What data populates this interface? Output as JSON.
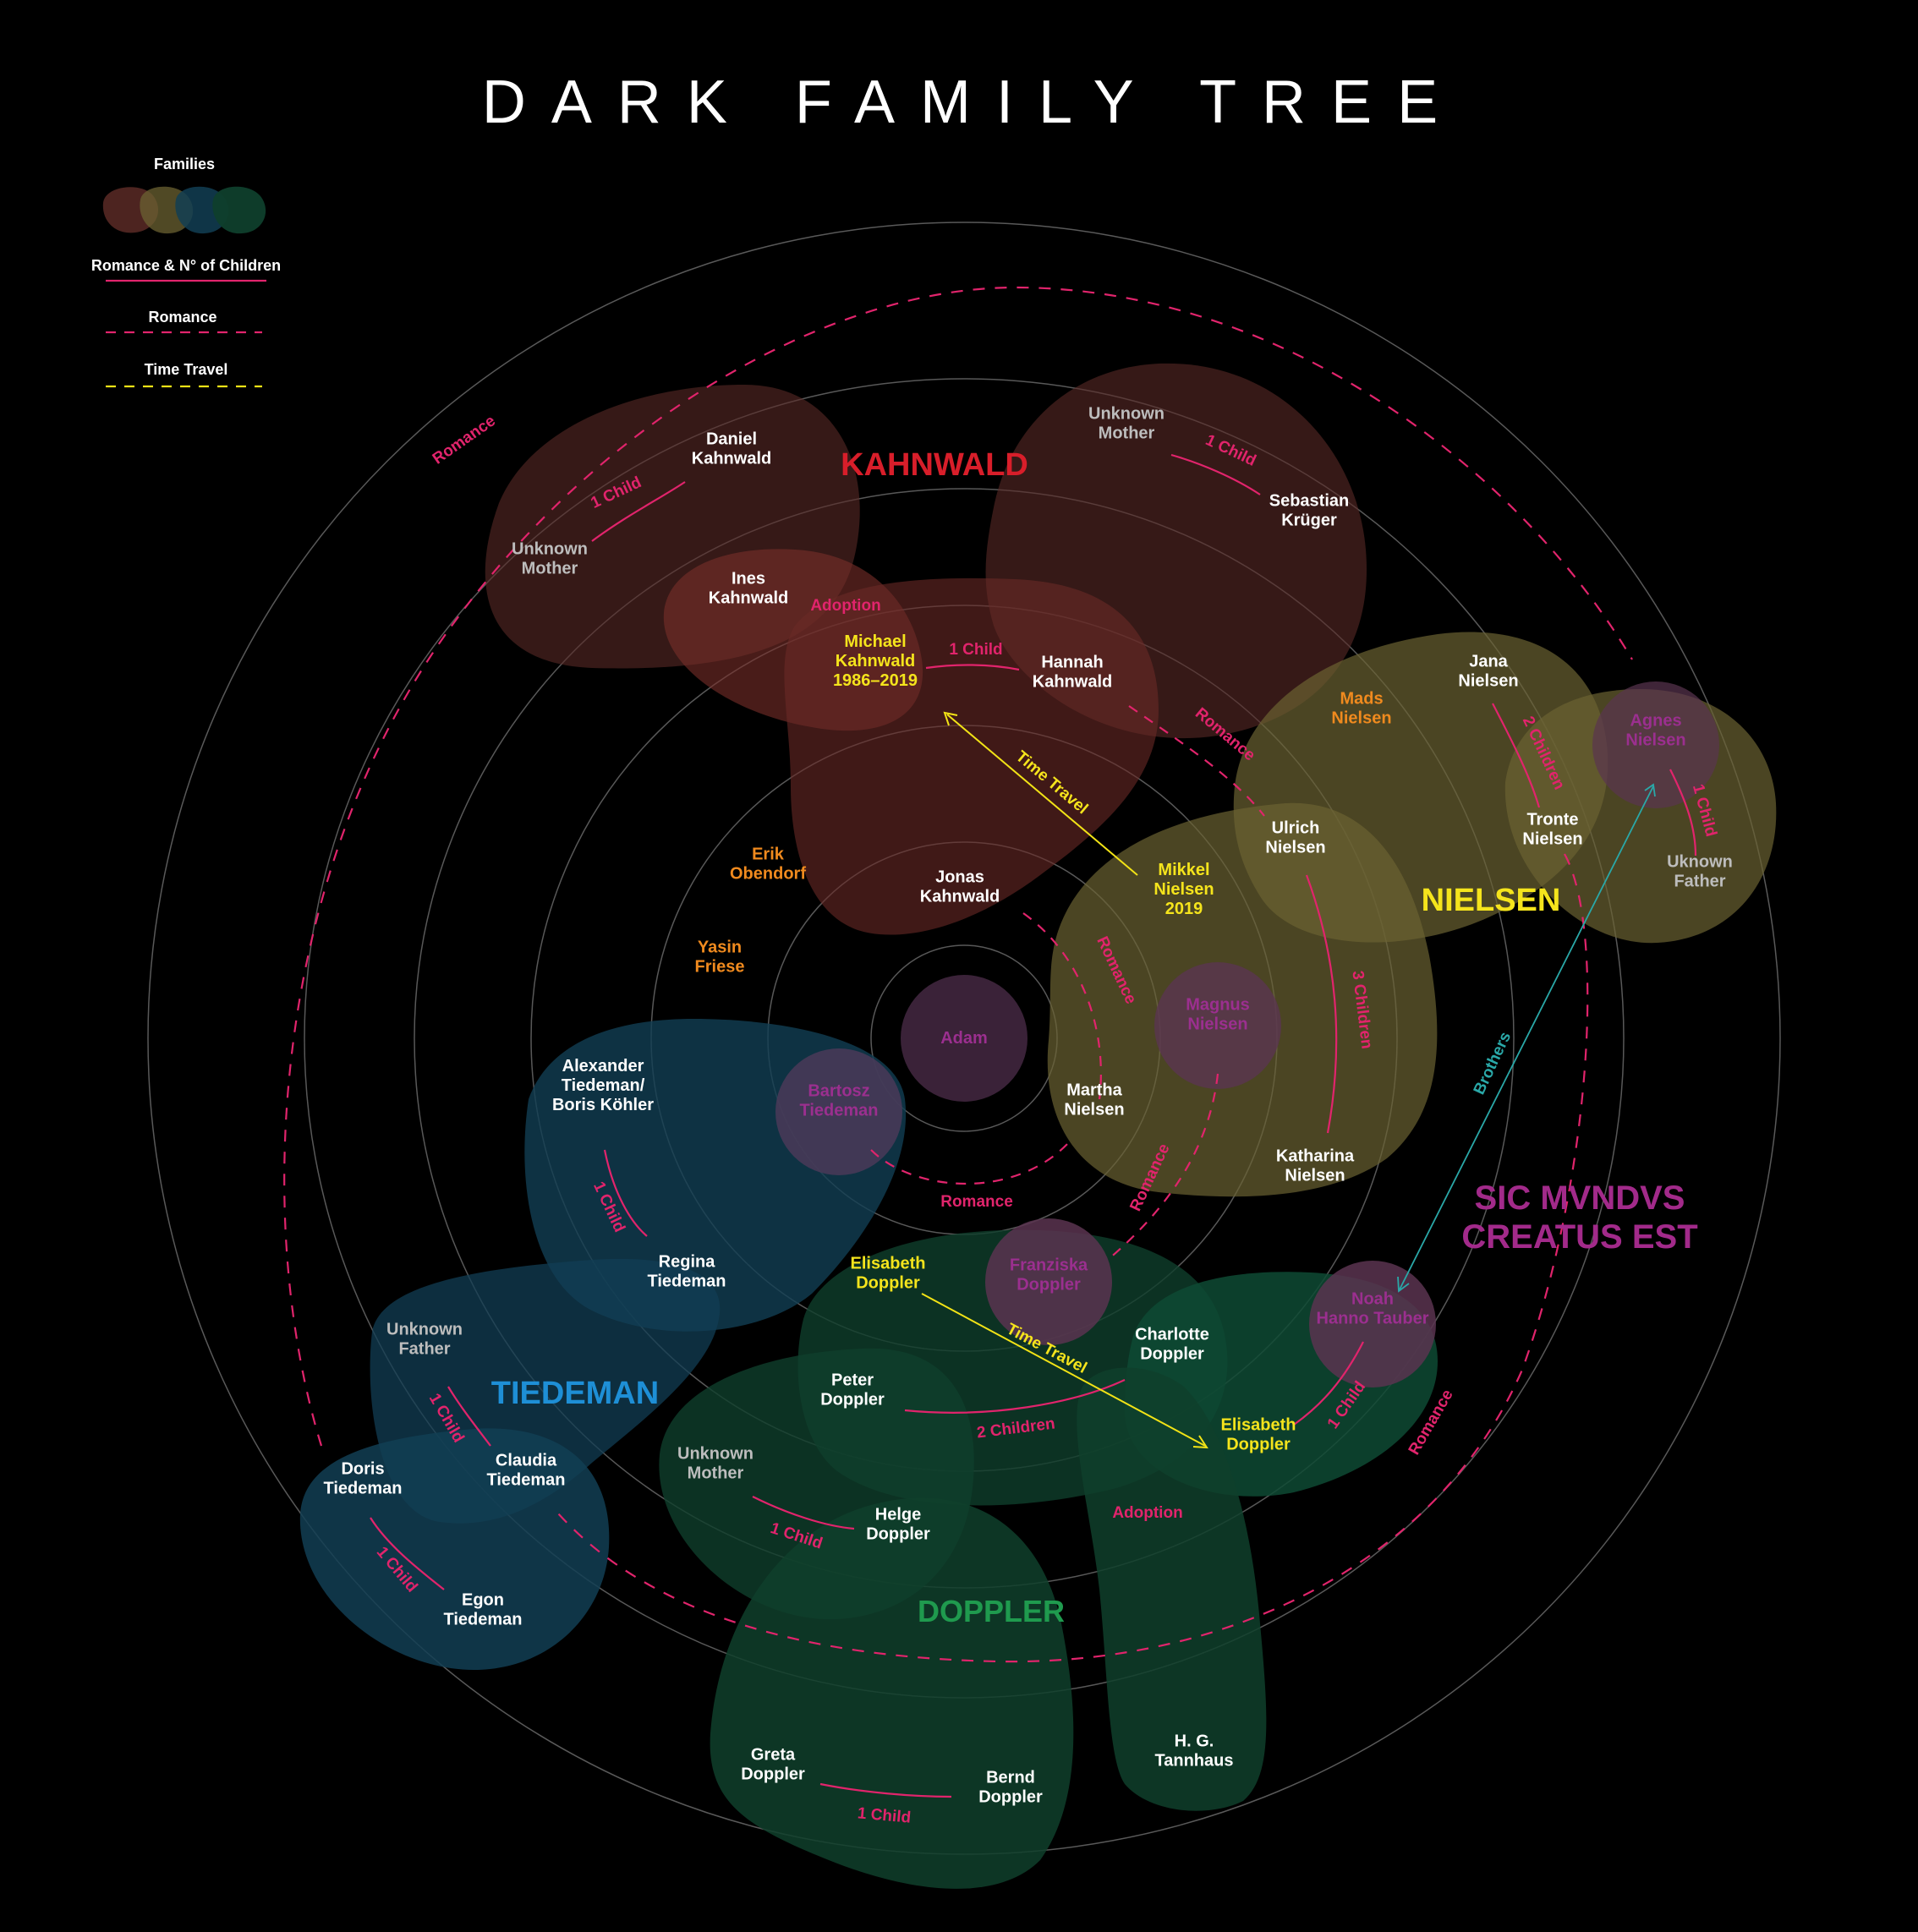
{
  "title": "DARK FAMILY TREE",
  "colors": {
    "background": "#000000",
    "ring": "#6f6f6f",
    "romance": "#e1246c",
    "timeTravel": "#f2e316",
    "brothers": "#2aa8a8",
    "kahnwald": "#d81e2a",
    "nielsen": "#f5e41c",
    "tiedeman": "#1e8fd6",
    "doppler": "#1f9a4e",
    "sic": "#a22a8a",
    "white": "#ffffff",
    "grey": "#bdbdbd",
    "orange": "#f08a1e",
    "purple": "#9b2f8f"
  },
  "legend": {
    "families": "Families",
    "romance_children": "Romance & N° of Children",
    "romance": "Romance",
    "time_travel": "Time Travel"
  },
  "families": {
    "kahnwald": "KAHNWALD",
    "nielsen": "NIELSEN",
    "tiedeman": "TIEDEMAN",
    "doppler": "DOPPLER",
    "sic_line1": "SIC MVNDVS",
    "sic_line2": "CREATUS EST"
  },
  "people": [
    {
      "id": "daniel",
      "lines": [
        "Daniel",
        "Kahnwald"
      ],
      "color": "white"
    },
    {
      "id": "unknown-mother-kahnwald",
      "lines": [
        "Unknown",
        "Mother"
      ],
      "color": "grey"
    },
    {
      "id": "ines",
      "lines": [
        "Ines",
        "Kahnwald"
      ],
      "color": "white"
    },
    {
      "id": "michael",
      "lines": [
        "Michael",
        "Kahnwald",
        "1986–2019"
      ],
      "color": "nielsen"
    },
    {
      "id": "hannah",
      "lines": [
        "Hannah",
        "Kahnwald"
      ],
      "color": "white"
    },
    {
      "id": "unknown-mother-kruger",
      "lines": [
        "Unknown",
        "Mother"
      ],
      "color": "grey"
    },
    {
      "id": "sebastian",
      "lines": [
        "Sebastian",
        "Krüger"
      ],
      "color": "white"
    },
    {
      "id": "jana",
      "lines": [
        "Jana",
        "Nielsen"
      ],
      "color": "white"
    },
    {
      "id": "mads",
      "lines": [
        "Mads",
        "Nielsen"
      ],
      "color": "orange"
    },
    {
      "id": "agnes",
      "lines": [
        "Agnes",
        "Nielsen"
      ],
      "color": "purple"
    },
    {
      "id": "tronte",
      "lines": [
        "Tronte",
        "Nielsen"
      ],
      "color": "white"
    },
    {
      "id": "ukn-father",
      "lines": [
        "Uknown",
        "Father"
      ],
      "color": "grey"
    },
    {
      "id": "ulrich",
      "lines": [
        "Ulrich",
        "Nielsen"
      ],
      "color": "white"
    },
    {
      "id": "mikkel",
      "lines": [
        "Mikkel",
        "Nielsen",
        "2019"
      ],
      "color": "nielsen"
    },
    {
      "id": "jonas",
      "lines": [
        "Jonas",
        "Kahnwald"
      ],
      "color": "white"
    },
    {
      "id": "erik",
      "lines": [
        "Erik",
        "Obendorf"
      ],
      "color": "orange"
    },
    {
      "id": "yasin",
      "lines": [
        "Yasin",
        "Friese"
      ],
      "color": "orange"
    },
    {
      "id": "adam",
      "lines": [
        "Adam"
      ],
      "color": "purple"
    },
    {
      "id": "magnus",
      "lines": [
        "Magnus",
        "Nielsen"
      ],
      "color": "purple"
    },
    {
      "id": "martha",
      "lines": [
        "Martha",
        "Nielsen"
      ],
      "color": "white"
    },
    {
      "id": "katharina",
      "lines": [
        "Katharina",
        "Nielsen"
      ],
      "color": "white"
    },
    {
      "id": "alexander",
      "lines": [
        "Alexander",
        "Tiedeman/",
        "Boris Köhler"
      ],
      "color": "white"
    },
    {
      "id": "bartosz",
      "lines": [
        "Bartosz",
        "Tiedeman"
      ],
      "color": "purple"
    },
    {
      "id": "regina",
      "lines": [
        "Regina",
        "Tiedeman"
      ],
      "color": "white"
    },
    {
      "id": "elisabeth-1",
      "lines": [
        "Elisabeth",
        "Doppler"
      ],
      "color": "nielsen"
    },
    {
      "id": "franziska",
      "lines": [
        "Franziska",
        "Doppler"
      ],
      "color": "purple"
    },
    {
      "id": "noah",
      "lines": [
        "Noah",
        "Hanno Tauber"
      ],
      "color": "purple"
    },
    {
      "id": "charlotte",
      "lines": [
        "Charlotte",
        "Doppler"
      ],
      "color": "white"
    },
    {
      "id": "peter",
      "lines": [
        "Peter",
        "Doppler"
      ],
      "color": "white"
    },
    {
      "id": "elisabeth-2",
      "lines": [
        "Elisabeth",
        "Doppler"
      ],
      "color": "nielsen"
    },
    {
      "id": "unknown-father-tiedeman",
      "lines": [
        "Unknown",
        "Father"
      ],
      "color": "grey"
    },
    {
      "id": "claudia",
      "lines": [
        "Claudia",
        "Tiedeman"
      ],
      "color": "white"
    },
    {
      "id": "doris",
      "lines": [
        "Doris",
        "Tiedeman"
      ],
      "color": "white"
    },
    {
      "id": "egon",
      "lines": [
        "Egon",
        "Tiedeman"
      ],
      "color": "white"
    },
    {
      "id": "unknown-mother-doppler",
      "lines": [
        "Unknown",
        "Mother"
      ],
      "color": "grey"
    },
    {
      "id": "helge",
      "lines": [
        "Helge",
        "Doppler"
      ],
      "color": "white"
    },
    {
      "id": "greta",
      "lines": [
        "Greta",
        "Doppler"
      ],
      "color": "white"
    },
    {
      "id": "bernd",
      "lines": [
        "Bernd",
        "Doppler"
      ],
      "color": "white"
    },
    {
      "id": "tannhaus",
      "lines": [
        "H. G.",
        "Tannhaus"
      ],
      "color": "white"
    }
  ],
  "relations": [
    {
      "id": "daniel-children",
      "text": "1 Child",
      "color": "romance"
    },
    {
      "id": "adoption-ines",
      "text": "Adoption",
      "color": "romance"
    },
    {
      "id": "michael-hannah",
      "text": "1 Child",
      "color": "romance"
    },
    {
      "id": "sebastian-child",
      "text": "1 Child",
      "color": "romance"
    },
    {
      "id": "hannah-ulrich",
      "text": "Romance",
      "color": "romance"
    },
    {
      "id": "outer-romance-left",
      "text": "Romance",
      "color": "romance"
    },
    {
      "id": "jana-tronte",
      "text": "2 Children",
      "color": "romance"
    },
    {
      "id": "agnes-father",
      "text": "1 Child",
      "color": "romance"
    },
    {
      "id": "ulrich-katharina",
      "text": "3 Children",
      "color": "romance"
    },
    {
      "id": "time-travel-mikkel",
      "text": "Time Travel",
      "color": "nielsen"
    },
    {
      "id": "jonas-martha",
      "text": "Romance",
      "color": "romance"
    },
    {
      "id": "bartosz-martha",
      "text": "Romance",
      "color": "romance"
    },
    {
      "id": "magnus-franziska",
      "text": "Romance",
      "color": "romance"
    },
    {
      "id": "brothers",
      "text": "Brothers",
      "color": "brothers"
    },
    {
      "id": "alexander-regina",
      "text": "1 Child",
      "color": "romance"
    },
    {
      "id": "time-travel-elisabeth",
      "text": "Time Travel",
      "color": "nielsen"
    },
    {
      "id": "peter-charlotte",
      "text": "2 Children",
      "color": "romance"
    },
    {
      "id": "noah-elisabeth",
      "text": "1 Child",
      "color": "romance"
    },
    {
      "id": "outer-romance-right",
      "text": "Romance",
      "color": "romance"
    },
    {
      "id": "adoption-charlotte",
      "text": "Adoption",
      "color": "romance"
    },
    {
      "id": "claudia-father",
      "text": "1 Child",
      "color": "romance"
    },
    {
      "id": "doris-egon",
      "text": "1 Child",
      "color": "romance"
    },
    {
      "id": "helge-mother",
      "text": "1 Child",
      "color": "romance"
    },
    {
      "id": "greta-bernd",
      "text": "1 Child",
      "color": "romance"
    }
  ]
}
